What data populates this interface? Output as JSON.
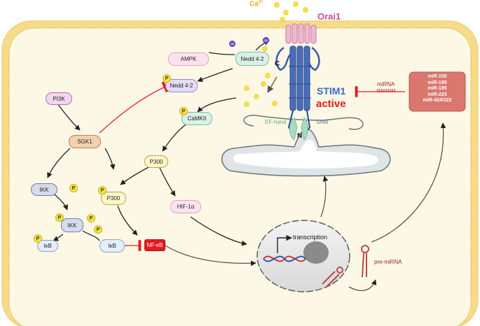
{
  "ion": {
    "label": "Ca",
    "charge": "2+"
  },
  "channel": {
    "label": "Orai1"
  },
  "stim": {
    "c_label": "C",
    "n_label": "N",
    "name": "STIM1",
    "state": "active",
    "ef_hand": "EF-hand",
    "sam": "SAM"
  },
  "nodes": {
    "ampk": "AMPK",
    "nedd_top": "Nedd 4-2",
    "nedd_p": "Nedd 4-2",
    "pi3k": "PI3K",
    "sgk1": "SGK1",
    "camkii": "CaMKII",
    "p300_a": "P300",
    "p300_b": "P300",
    "ikk_a": "IKK",
    "ikk_b": "IKK",
    "ikb_a": "IκB",
    "ikb_b": "IκB",
    "hif": "HIF-1α",
    "nfkb": "NF-κB"
  },
  "phospho": "P",
  "ubiquitin": "Ub",
  "mirna": {
    "label": "miRNA",
    "list": [
      "miR-150",
      "miR-185",
      "miR-195",
      "miR-223",
      "miR-424/322"
    ]
  },
  "nucleus": {
    "transcription": "transcription"
  },
  "pre_mirna": "pre-miRNA",
  "colors": {
    "cell_border": "#f2c94c",
    "cytoplasm": "#fdf8e6",
    "stim": "#3a5ba8",
    "orai": "#f0b7d1",
    "active": "#e41a1c",
    "mirna_box": "#d9776f",
    "inhibit": "#e41a1c",
    "calcium": "#f5e43a",
    "er": "#dfe4e6"
  }
}
